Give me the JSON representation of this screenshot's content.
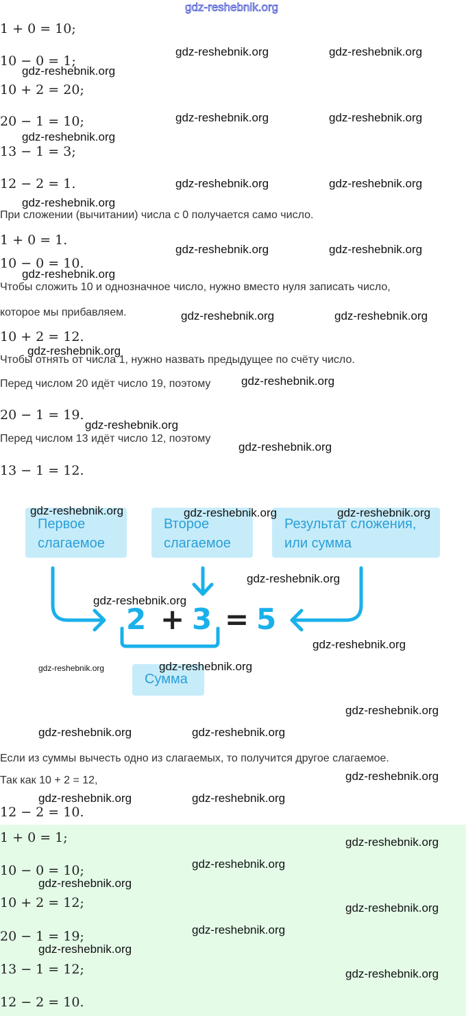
{
  "watermark": "gdz-reshebnik.org",
  "task_lines": [
    "1 + 0 = 10;",
    "10 − 0 = 1;",
    "10 + 2 = 20;",
    "20 − 1 = 10;",
    "13 − 1 = 3;",
    "12 − 2 = 1."
  ],
  "explanation": {
    "zero_rule": "При сложении (вычитании) числа с 0 получается само число.",
    "zero_ex1": "1 + 0 = 1.",
    "zero_ex2": "10 − 0 = 10.",
    "ten_rule_1": "Чтобы сложить 10 и однозначное число, нужно вместо нуля записать число,",
    "ten_rule_2": "которое мы прибавляем.",
    "ten_ex": "10 + 2 = 12.",
    "one_rule": "Чтобы отнять от числа 1, нужно назвать предыдущее по счёту число.",
    "before20": "Перед числом 20 идёт число 19, поэтому",
    "ex20": "20 − 1 = 19.",
    "before13": "Перед числом 13 идёт число 12, поэтому",
    "ex13": "13 − 1 = 12."
  },
  "diagram": {
    "first": [
      "Первое",
      "слагаемое"
    ],
    "second": [
      "Второе",
      "слагаемое"
    ],
    "result": [
      "Результат сложения,",
      "или сумма"
    ],
    "a": "2",
    "plus": "+",
    "b": "3",
    "eq": "=",
    "c": "5",
    "sum": "Сумма",
    "accent": "#1ab0ea"
  },
  "subtraction": {
    "rule": "Если из суммы вычесть одно из слагаемых, то получится другое слагаемое.",
    "since": "Так как 10 + 2 = 12,",
    "ex": "12 − 2 = 10."
  },
  "answers": [
    "1 + 0 = 1;",
    "10 − 0 = 10;",
    "10 + 2 = 12;",
    "20 − 1 = 19;",
    "13 − 1 = 12;",
    "12 − 2 = 10."
  ]
}
